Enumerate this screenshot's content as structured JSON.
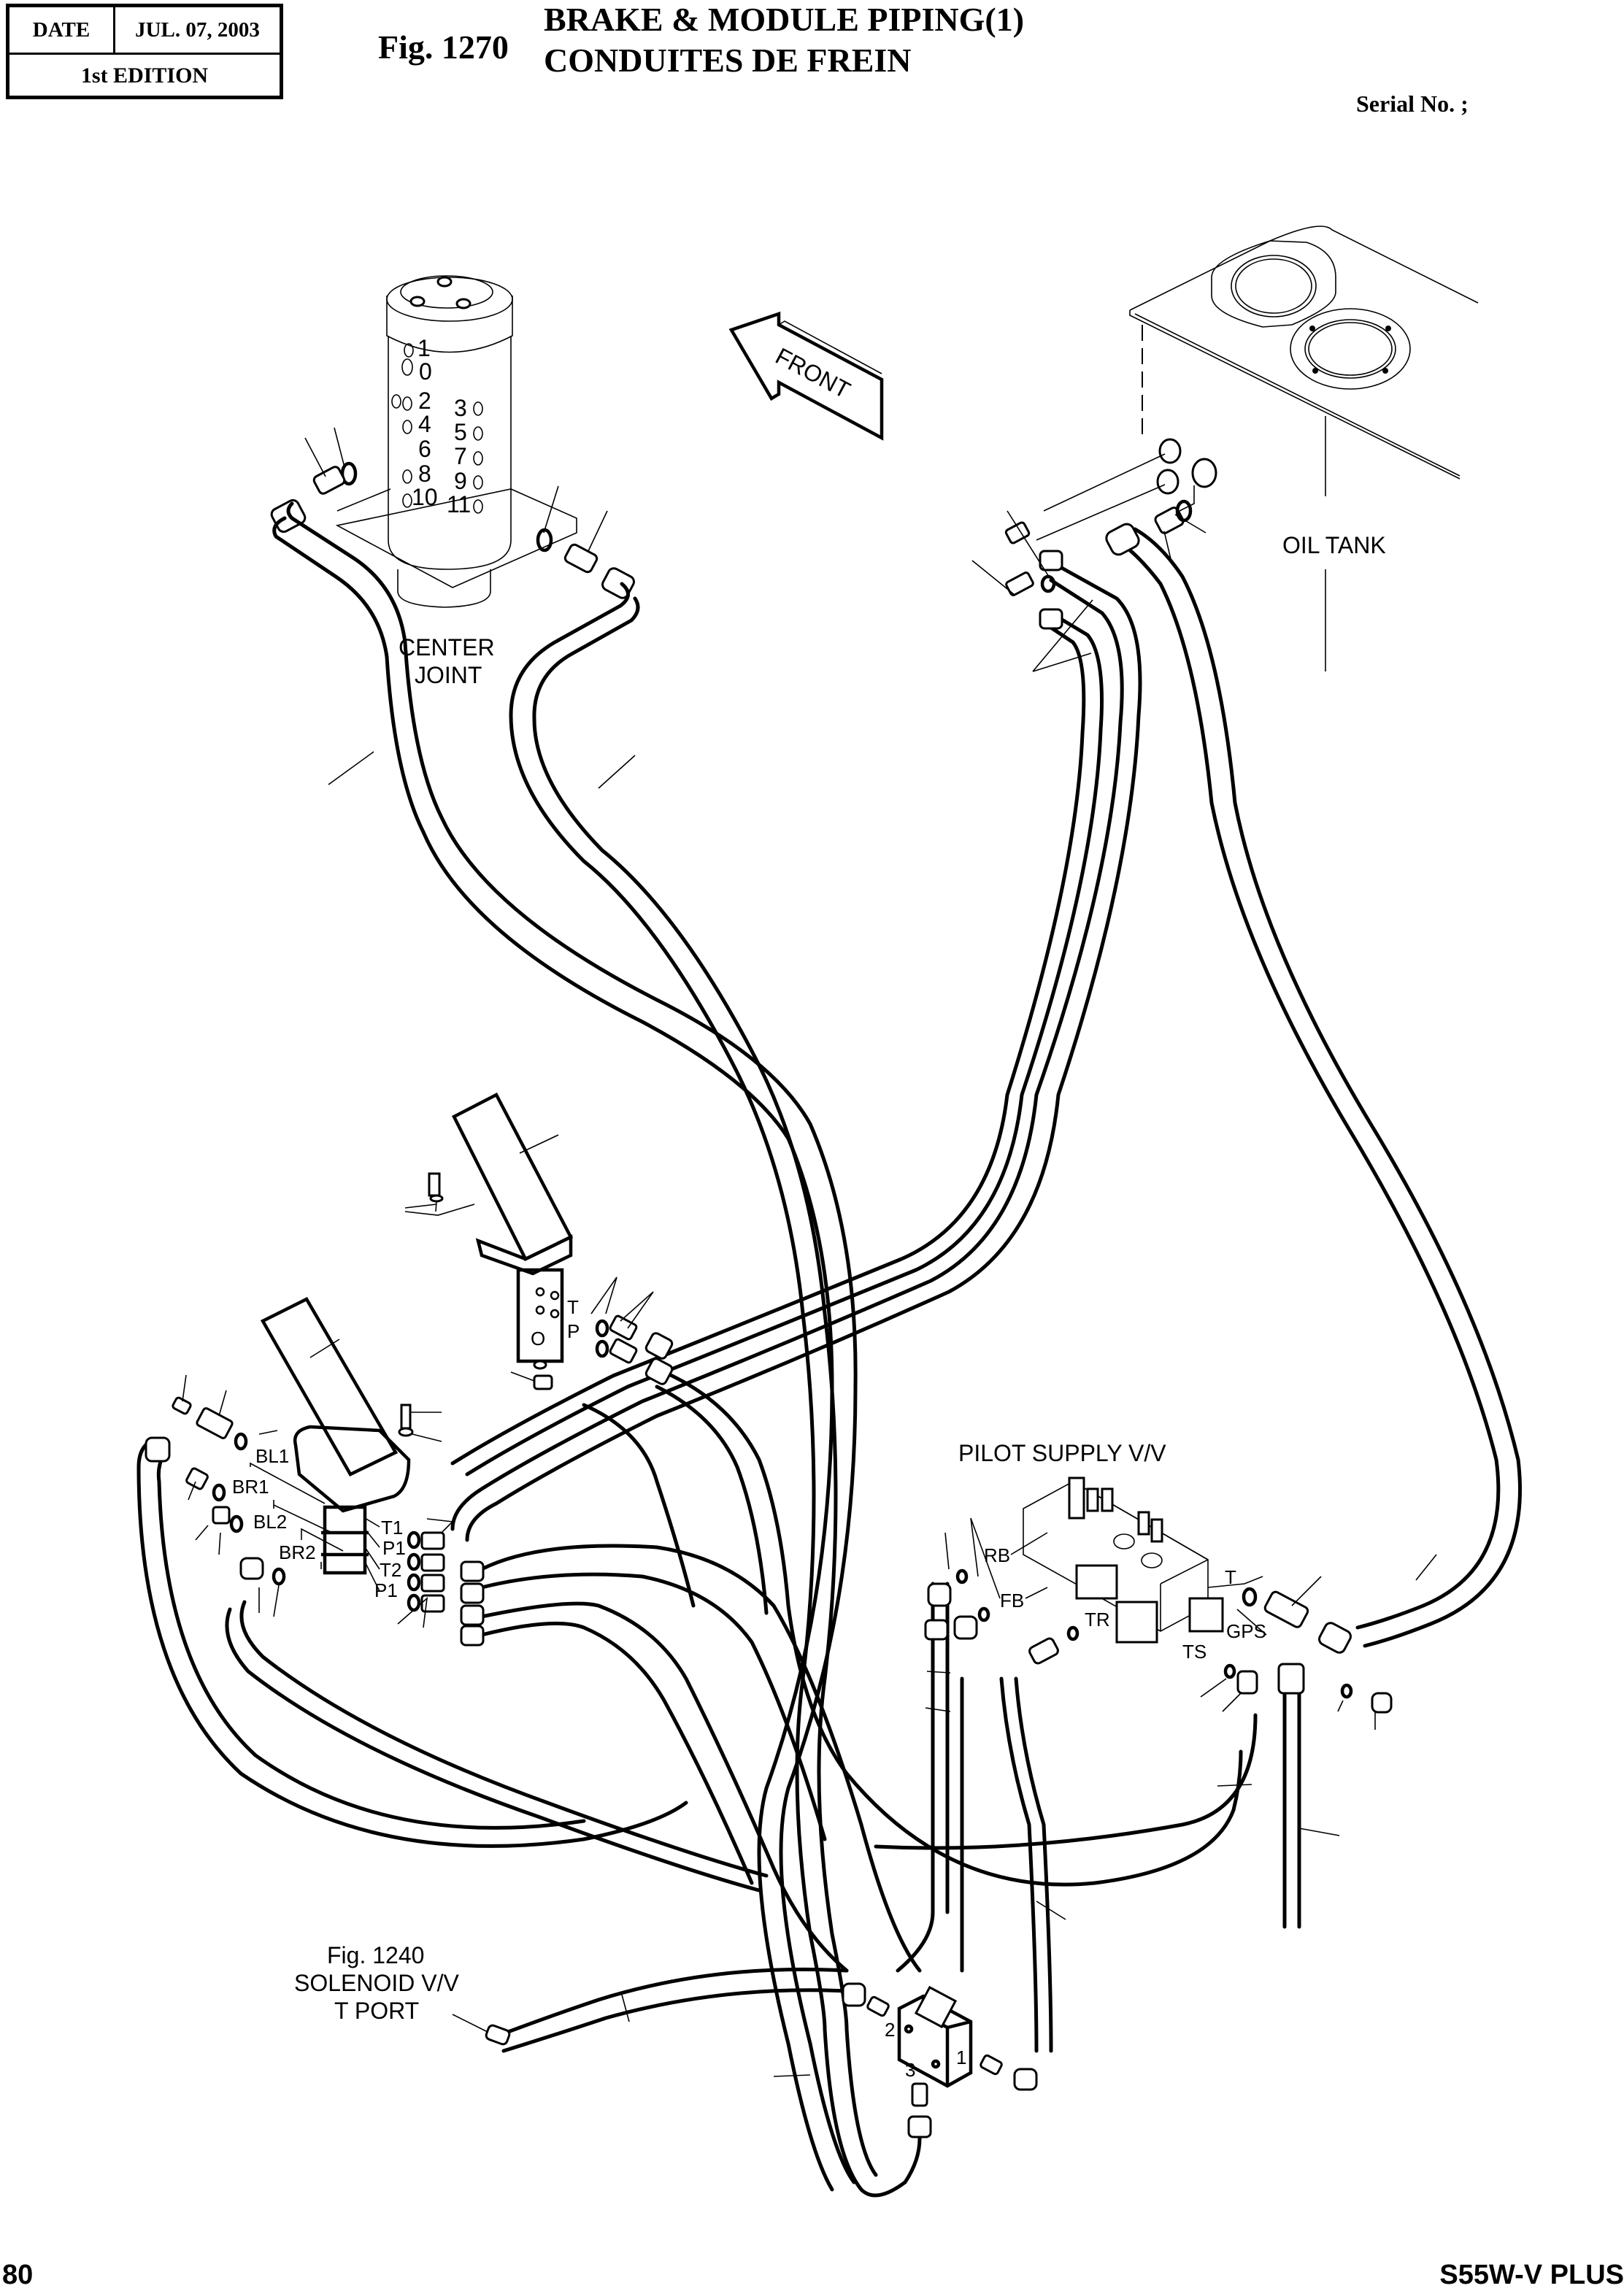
{
  "header": {
    "date_label": "DATE",
    "date_value": "JUL. 07, 2003",
    "edition": "1st EDITION",
    "figure_number": "Fig. 1270",
    "title_en": "BRAKE & MODULE PIPING(1)",
    "title_fr": "CONDUITES DE FREIN",
    "serial": "Serial No. ;"
  },
  "footer": {
    "page_number": "80",
    "model": "S55W-V PLUS"
  },
  "diagram": {
    "direction_arrow": "FRONT",
    "components": {
      "center_joint": {
        "line1": "CENTER",
        "line2": "JOINT"
      },
      "oil_tank": "OIL TANK",
      "pilot_supply_valve": "PILOT SUPPLY V/V",
      "solenoid_ref": {
        "line1": "Fig. 1240",
        "line2": "SOLENOID V/V",
        "line3": "T  PORT"
      }
    },
    "center_joint_ports": [
      "1",
      "0",
      "2",
      "3",
      "4",
      "5",
      "6",
      "7",
      "8",
      "9",
      "10",
      "11"
    ],
    "brake_valve_ports": [
      "BL1",
      "BR1",
      "BL2",
      "BR2",
      "T1",
      "P1",
      "T2",
      "P1"
    ],
    "pedal_valve_ports": [
      "T",
      "P",
      "O"
    ],
    "pilot_valve_ports": [
      "RB",
      "FB",
      "TR",
      "T",
      "GPS",
      "TS"
    ],
    "solenoid_ports": [
      "2",
      "1",
      "3"
    ]
  }
}
